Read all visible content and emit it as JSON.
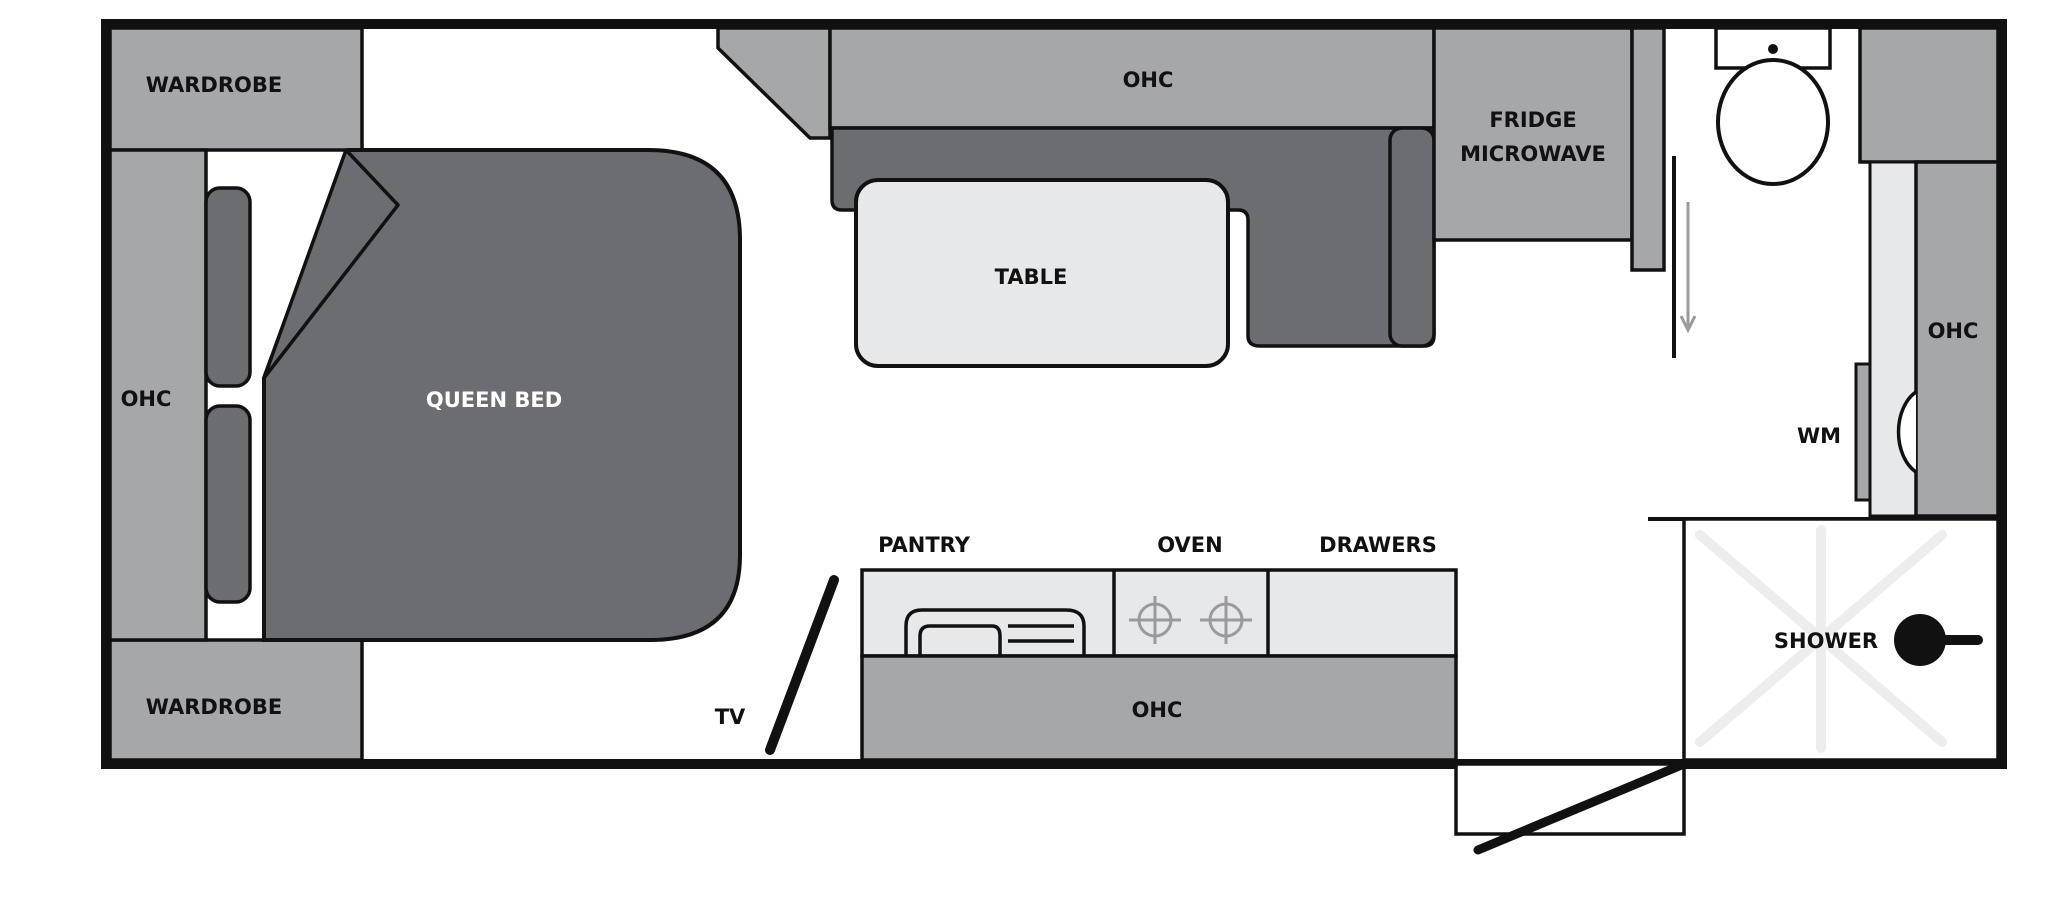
{
  "floorplan": {
    "labels": {
      "wardrobe_top": "WARDROBE",
      "wardrobe_bottom": "WARDROBE",
      "ohc_left": "OHC",
      "queen_bed": "QUEEN BED",
      "ohc_top": "OHC",
      "table": "TABLE",
      "fridge_line1": "FRIDGE",
      "fridge_line2": "MICROWAVE",
      "ohc_right": "OHC",
      "wm": "WM",
      "shower": "SHOWER",
      "pantry": "PANTRY",
      "oven": "OVEN",
      "drawers": "DRAWERS",
      "ohc_bottom": "OHC",
      "tv": "TV"
    },
    "colors": {
      "outline": "#111111",
      "cabinet_light": "#a6a7ab",
      "cabinet_dark": "#6c6d72",
      "shadow": "#c9c5c5",
      "table_fill": "#e7e8ea",
      "floor": "#ffffff"
    }
  }
}
